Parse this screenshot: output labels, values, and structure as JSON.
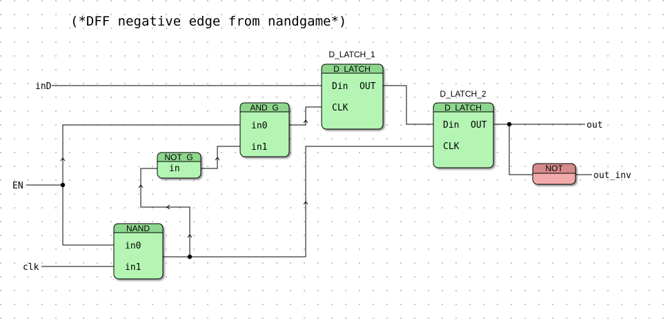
{
  "title": "(*DFF negative edge from nandgame*)",
  "inputs": {
    "in_d": "inD",
    "en": "EN",
    "clk": "clk"
  },
  "outputs": {
    "out": "out",
    "out_inv": "out_inv"
  },
  "blocks": {
    "d_latch_1": {
      "instance": "D_LATCH_1",
      "type": "D_LATCH",
      "pin_din": "Din",
      "pin_out": "OUT",
      "pin_clk": "CLK"
    },
    "d_latch_2": {
      "instance": "D_LATCH_2",
      "type": "D_LATCH",
      "pin_din": "Din",
      "pin_out": "OUT",
      "pin_clk": "CLK"
    },
    "and_g": {
      "type": "AND_G",
      "pin_in0": "in0",
      "pin_in1": "in1"
    },
    "not_g": {
      "type": "NOT_G",
      "pin_in": "in"
    },
    "nand": {
      "type": "NAND",
      "pin_in0": "in0",
      "pin_in1": "in1"
    },
    "not": {
      "type": "NOT"
    }
  },
  "colors": {
    "block_fill": "#b4f5b4",
    "block_header": "#8ed68e",
    "not_fill": "#f2a9a9",
    "not_header": "#d68a8a",
    "wire": "#000000",
    "grid_dot": "#9a9a9a"
  }
}
